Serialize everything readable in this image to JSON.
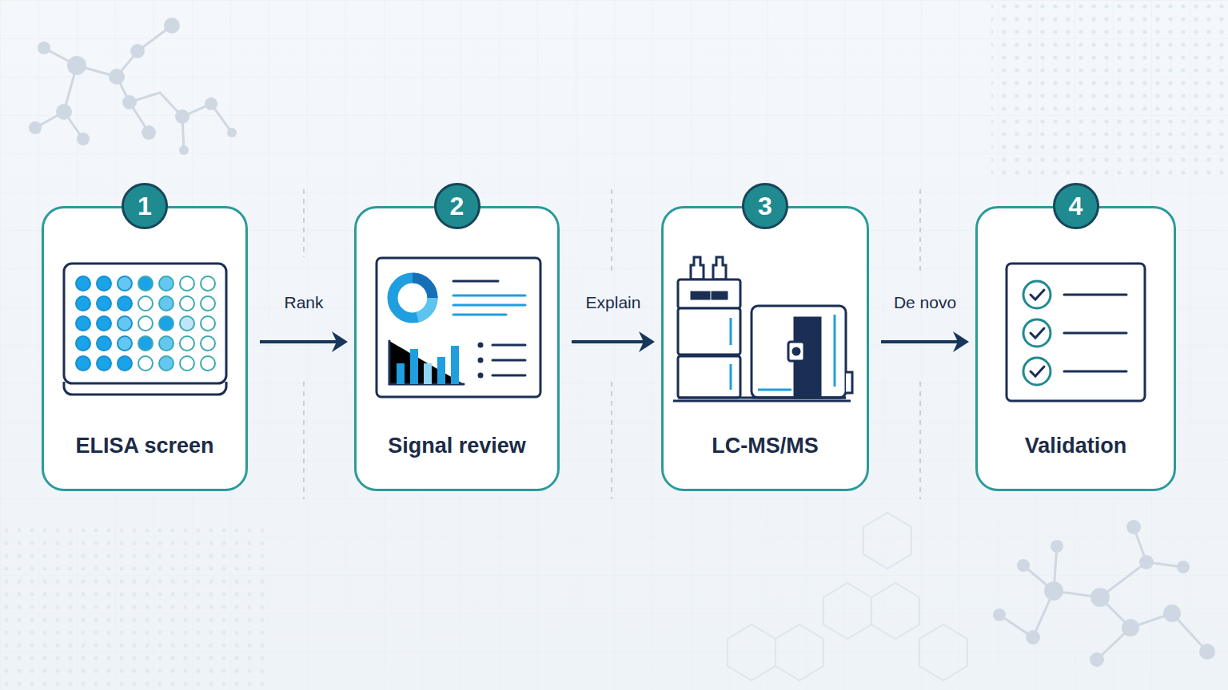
{
  "diagram": {
    "nodes": [
      {
        "text": [
          "1",
          "ELISA screen"
        ]
      },
      {
        "text": [
          "2",
          "Signal review"
        ]
      },
      {
        "text": [
          "3",
          "LC-MS/MS"
        ]
      },
      {
        "text": [
          "4",
          "Validation"
        ]
      }
    ],
    "edges": [
      {
        "from": 0,
        "to": 1,
        "label": "Rank",
        "arrow": "to"
      },
      {
        "from": 1,
        "to": 2,
        "label": "Explain",
        "arrow": "to"
      },
      {
        "from": 2,
        "to": 3,
        "label": "De novo",
        "arrow": "to"
      }
    ]
  }
}
